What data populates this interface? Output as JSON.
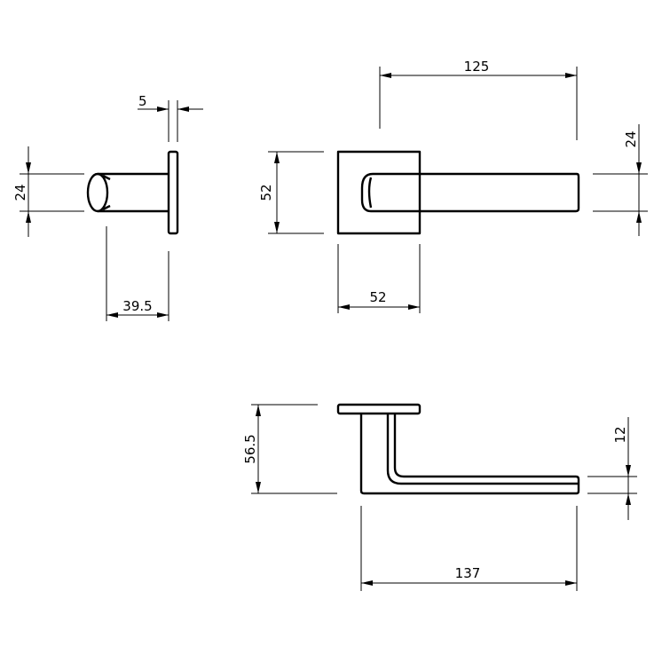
{
  "dimensions": {
    "rose_thickness": "5",
    "side_height": "24",
    "side_projection": "39.5",
    "lever_length_front": "125",
    "rose_height": "52",
    "rose_width": "52",
    "lever_height_front": "24",
    "top_height": "56.5",
    "lever_thickness": "12",
    "lever_length_top": "137"
  }
}
